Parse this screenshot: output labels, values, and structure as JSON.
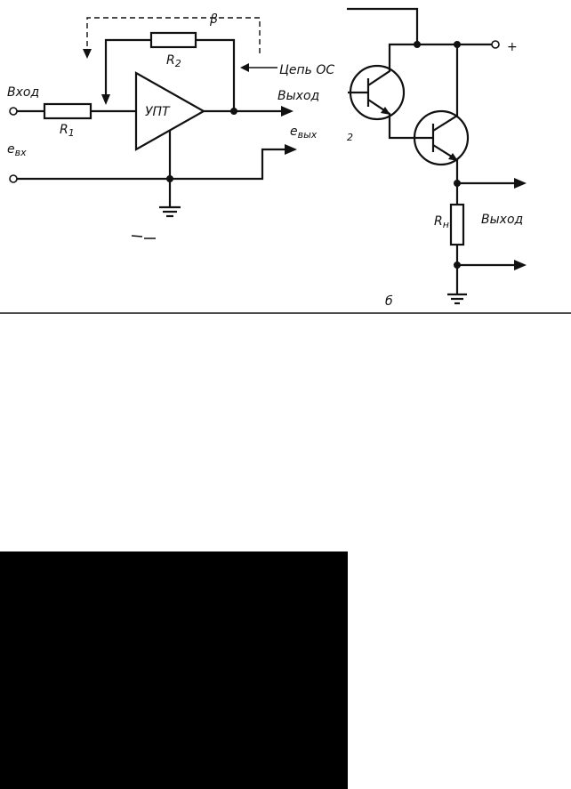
{
  "figure_a": {
    "input_label": "Вход",
    "input_voltage_label": "e",
    "input_voltage_sub": "вх",
    "r1_label": "R",
    "r1_sub": "1",
    "r2_label": "R",
    "r2_sub": "2",
    "amp_label": "УПТ",
    "beta_label": "β",
    "feedback_label": "Цепь ОС",
    "output_label": "Выход",
    "output_voltage_label": "e",
    "output_voltage_sub": "вых"
  },
  "figure_b": {
    "plus_label": "+",
    "t2_label": "2",
    "rn_label": "R",
    "rn_sub": "н",
    "output_label": "Выход",
    "caption": "б"
  }
}
